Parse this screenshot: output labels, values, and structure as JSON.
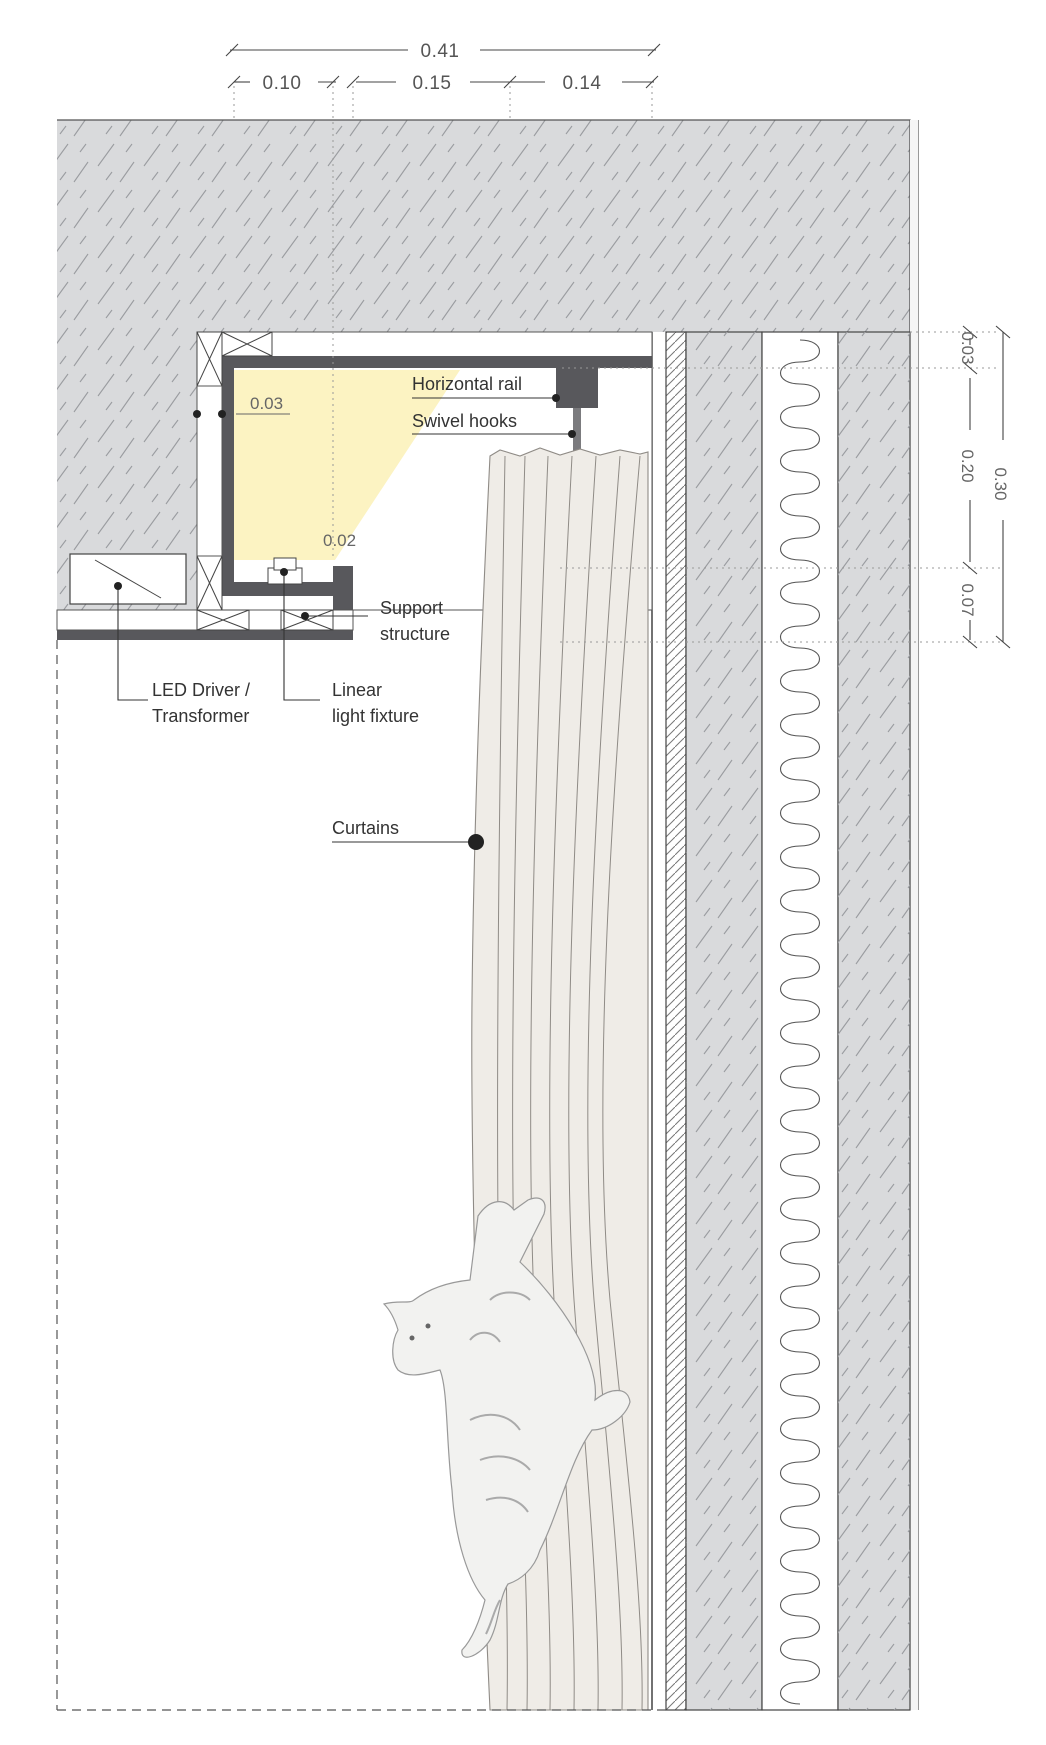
{
  "colors": {
    "concrete": "#d9dadc",
    "hatch": "#9a9ca0",
    "dark_gray": "#58585c",
    "light_glow": "#fcf3c2",
    "curtain": "#efece7",
    "curtain_line": "#8f8b86",
    "paper": "#ffffff"
  },
  "dimensions": {
    "top_total": "0.41",
    "top_a": "0.10",
    "top_b": "0.15",
    "top_c": "0.14",
    "right_a": "0.03",
    "right_b": "0.20",
    "right_total": "0.30",
    "right_c": "0.07",
    "inner_a": "0.03",
    "inner_b": "0.02"
  },
  "labels": {
    "horizontal_rail": "Horizontal rail",
    "swivel_hooks": "Swivel hooks",
    "support_structure_1": "Support",
    "support_structure_2": "structure",
    "led_driver_1": "LED Driver /",
    "led_driver_2": "Transformer",
    "linear_light_1": "Linear",
    "linear_light_2": "light fixture",
    "curtains": "Curtains"
  },
  "icons": {
    "wood_blocking": "cross-box-icon",
    "insulation": "wavy-insulation-icon",
    "cat": "cat-illustration-icon"
  }
}
